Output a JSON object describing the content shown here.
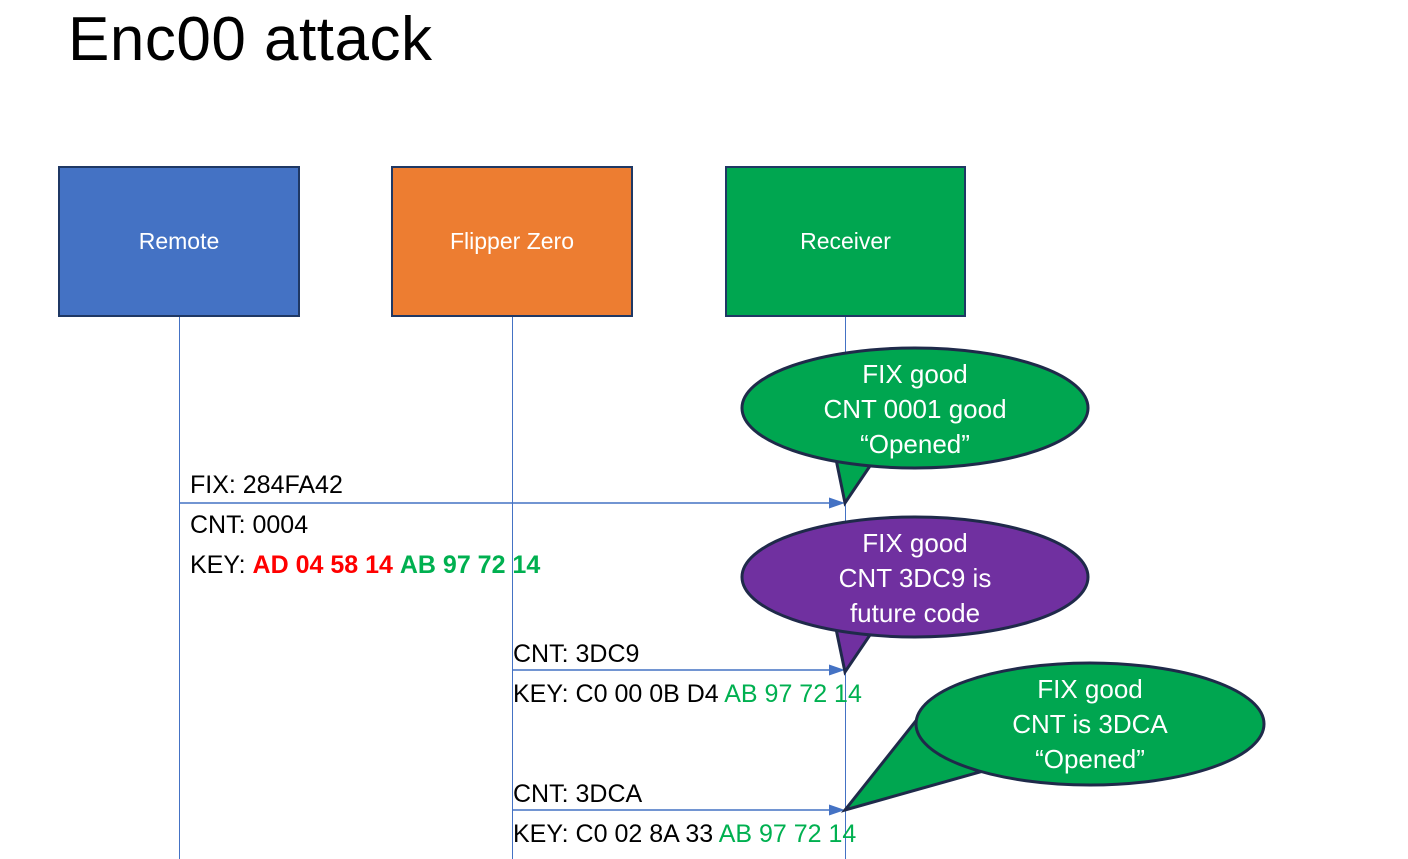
{
  "slide": {
    "title": "Enc00 attack",
    "background": "#FFFFFF"
  },
  "colors": {
    "remote": "#4472C4",
    "flipper": "#ED7D31",
    "receiver": "#00A650",
    "callout_green": "#00A650",
    "callout_purple": "#7030A0",
    "border": "#1F3864",
    "arrow": "#4472C4",
    "hex_red": "#FF0000",
    "hex_green": "#00B050",
    "text": "#000000"
  },
  "actors": [
    {
      "id": "remote",
      "label": "Remote",
      "color": "#4472C4"
    },
    {
      "id": "flipper",
      "label": "Flipper Zero",
      "color": "#ED7D31"
    },
    {
      "id": "receiver",
      "label": "Receiver",
      "color": "#00A650"
    }
  ],
  "messages": [
    {
      "id": "msg-1",
      "from": "remote",
      "to": "receiver",
      "above": "FIX: 284FA42",
      "below_line_1": "CNT: 0004",
      "key_prefix": "KEY: ",
      "key_red": "AD 04 58 14",
      "key_green": "AB 97 72 14"
    },
    {
      "id": "msg-2",
      "from": "flipper",
      "to": "receiver",
      "above": "CNT: 3DC9",
      "key_prefix": "KEY: C0 00 0B D4 ",
      "key_green": "AB 97 72 14"
    },
    {
      "id": "msg-3",
      "from": "flipper",
      "to": "receiver",
      "above": "CNT: 3DCA",
      "key_prefix": "KEY: C0 02 8A 33 ",
      "key_green": "AB 97 72 14"
    }
  ],
  "callouts": [
    {
      "id": "callout-1",
      "fill": "#00A650",
      "lines": [
        "FIX good",
        "CNT 0001 good",
        "“Opened”"
      ]
    },
    {
      "id": "callout-2",
      "fill": "#7030A0",
      "lines": [
        "FIX good",
        "CNT 3DC9 is",
        "future code"
      ]
    },
    {
      "id": "callout-3",
      "fill": "#00A650",
      "lines": [
        "FIX good",
        "CNT is 3DCA",
        "“Opened”"
      ]
    }
  ]
}
